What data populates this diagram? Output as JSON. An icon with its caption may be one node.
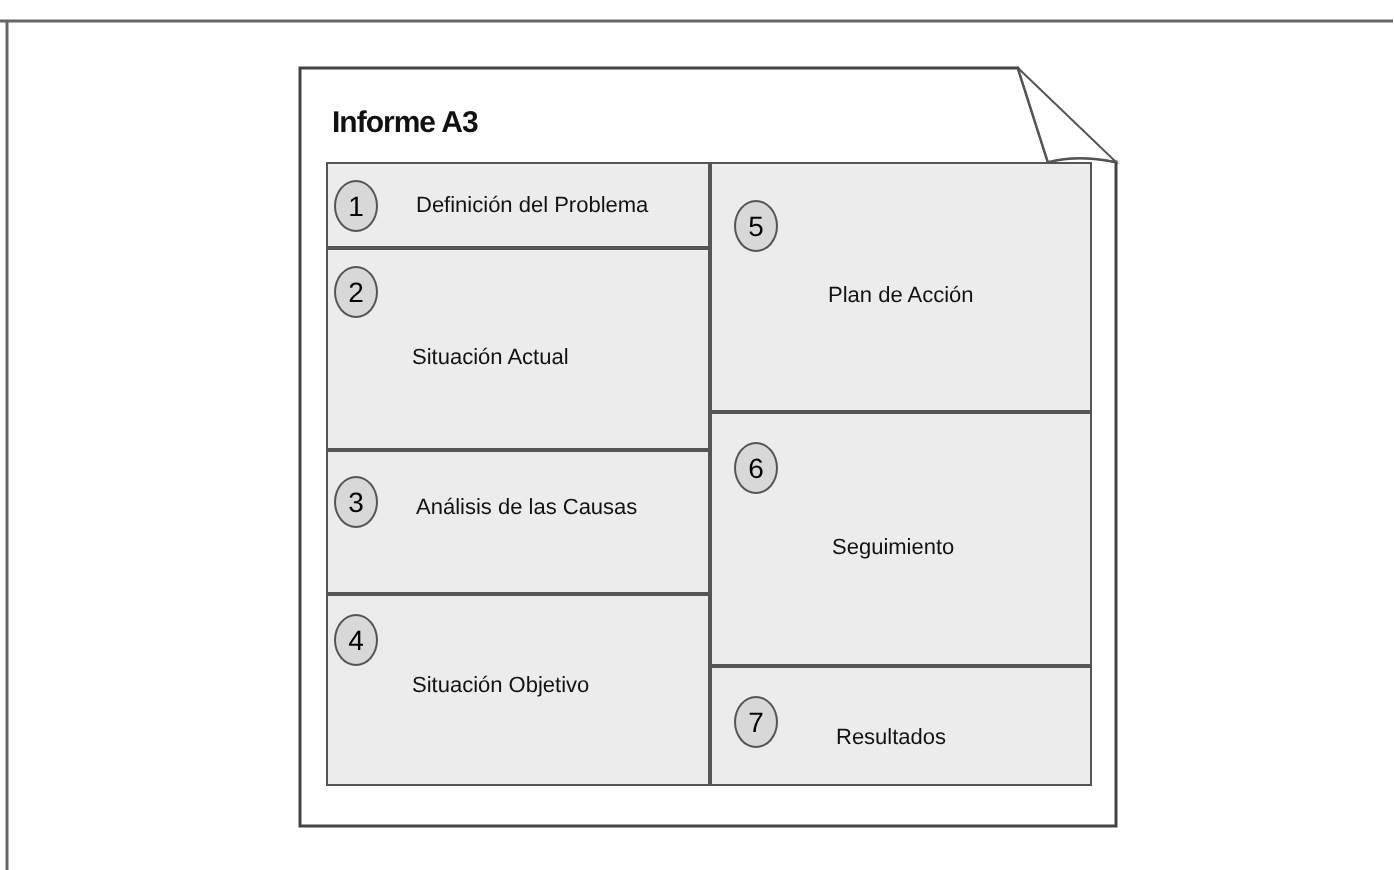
{
  "diagram": {
    "nodes": [
      {
        "text": [
          "Informe A3"
        ]
      },
      {
        "text": [
          "Definición del Problema"
        ],
        "in": 0
      },
      {
        "text": [
          "1"
        ],
        "in": 1
      },
      {
        "text": [
          "Situación Actual"
        ],
        "in": 0
      },
      {
        "text": [
          "2"
        ],
        "in": 3
      },
      {
        "text": [
          "Análisis de las Causas"
        ],
        "in": 0
      },
      {
        "text": [
          "3"
        ],
        "in": 5
      },
      {
        "text": [
          "Situación Objetivo"
        ],
        "in": 0
      },
      {
        "text": [
          "4"
        ],
        "in": 7
      },
      {
        "text": [
          "Plan de Acción"
        ],
        "in": 0
      },
      {
        "text": [
          "5"
        ],
        "in": 9
      },
      {
        "text": [
          "Seguimiento"
        ],
        "in": 0
      },
      {
        "text": [
          "6"
        ],
        "in": 11
      },
      {
        "text": [
          "Resultados"
        ],
        "in": 0
      },
      {
        "text": [
          "7"
        ],
        "in": 13
      }
    ]
  }
}
